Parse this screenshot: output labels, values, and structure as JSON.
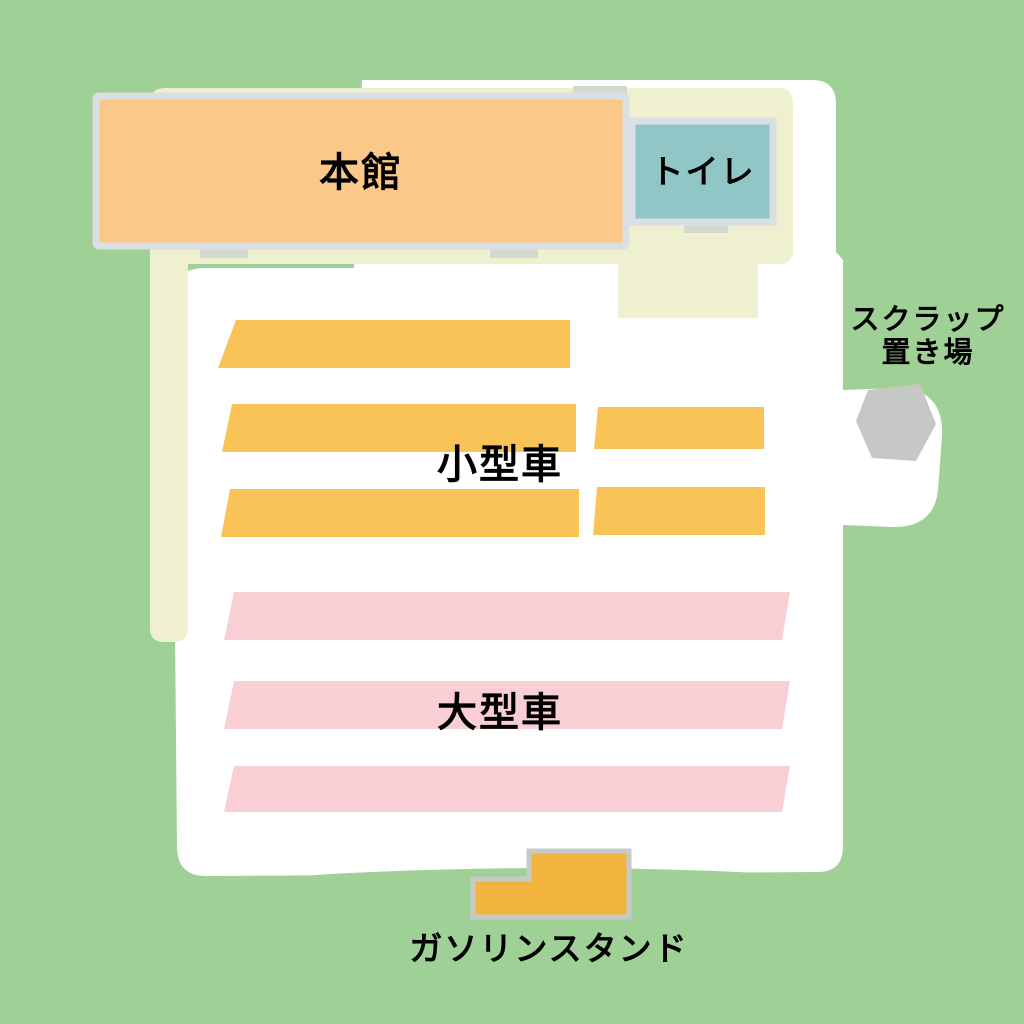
{
  "map": {
    "labels": {
      "main_building": "本館",
      "toilet": "トイレ",
      "small_cars": "小型車",
      "large_cars": "大型車",
      "scrap_yard": "スクラップ\n置き場",
      "gas_station": "ガソリンスタンド"
    },
    "colors": {
      "background_green": "#9fd096",
      "lot_white": "#ffffff",
      "cream_yard": "#eef0cf",
      "building_orange": "#fbc88a",
      "building_border": "#d9dfe2",
      "toilet_teal": "#90c7c6",
      "small_car_yellow": "#fac357",
      "large_car_pink": "#f9ced5",
      "scrap_gray": "#c6c8c6",
      "gas_yellow": "#f3b43f",
      "gas_border": "#c7cbc7",
      "door_tab_gray": "#d4d9d0",
      "text": "#000000"
    }
  }
}
